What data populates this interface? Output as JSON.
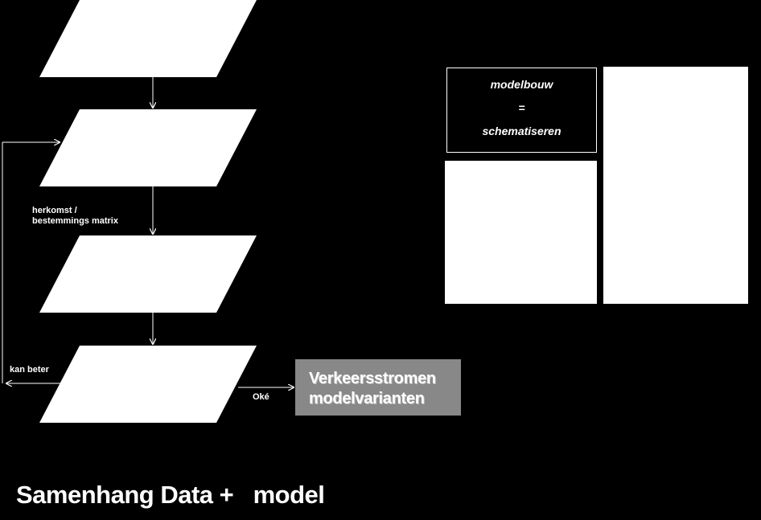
{
  "title": "Samenhang Data +   model",
  "labels": {
    "matrix_line1": "herkomst /",
    "matrix_line2": "bestemmings matrix",
    "kan_beter": "kan beter",
    "oke": "Oké"
  },
  "result_box": {
    "line1": "Verkeersstromen",
    "line2": "modelvarianten"
  },
  "modelbouw_box": {
    "line1": "modelbouw",
    "line2": "=",
    "line3": "schematiseren"
  },
  "colors": {
    "background": "#000000",
    "shapes": "#ffffff",
    "result_box_fill": "#888888"
  }
}
